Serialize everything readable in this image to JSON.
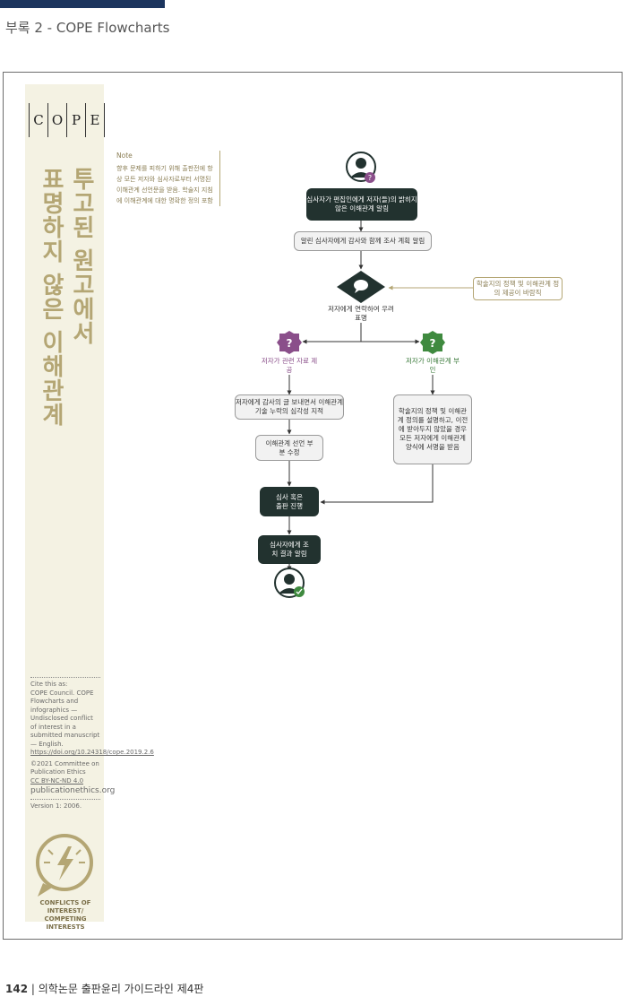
{
  "header": {
    "appendix_title": "부록 2 - COPE Flowcharts"
  },
  "sidebar": {
    "logo_letters": [
      "C",
      "O",
      "P",
      "E"
    ],
    "title_line1": "투고된 원고에서",
    "title_line2": "표명하지 않은 이해관계",
    "cite_heading": "Cite this as:",
    "cite_body": "COPE Council. COPE Flowcharts and infographics — Undisclosed conflict of interest in a submitted manuscript — English.",
    "cite_doi": "https://doi.org/10.24318/cope.2019.2.6",
    "copyright": "©2021 Committee on Publication Ethics",
    "license": "CC BY-NC-ND 4.0",
    "site": "publicationethics.org",
    "version": "Version 1: 2006.",
    "badge_label": "CONFLICTS OF INTEREST/ COMPETING INTERESTS"
  },
  "note": {
    "heading": "Note",
    "body": "향후 문제를 피하기 위해 출판전에 항상 모든 저자와 심사자로부터 서명된 이해관계 선언문을 받음. 학술지 지침에 이해관계에 대한 명확한 정의 포함"
  },
  "flow": {
    "reviewer_informs": "심사자가 편집인에게 저자(들)의 밝히지 않은 이해관계 알림",
    "thank_reviewer": "알린 심사자에게 감사와 함께 조사 계획 알림",
    "contact_author": "저자에게 연락하여 우려 표명",
    "journal_policy_note": "학술지의 정책 및 이해관계 정의 제공이 바람직",
    "author_provides": "저자가 관련 자료 제공",
    "author_denies": "저자가 이해관계 부인",
    "thank_author": "저자에게 감사의 글 보내면서 이해관계 기술 누락의 심각성 지적",
    "explain_policy": "학술지의 정책 및 이해관계 정의를 설명하고, 이전에 받아두지 않았을 경우 모든 저자에게 이해관계 양식에 서명을 받음",
    "amend_declaration": "이해관계 선언 부분 수정",
    "proceed": "심사 혹은 출판 진행",
    "inform_reviewer": "심사자에게 조치 결과 알림"
  },
  "footer": {
    "page_number": "142",
    "book_title": " | 의학논문 출판윤리 가이드라인 제4판"
  }
}
